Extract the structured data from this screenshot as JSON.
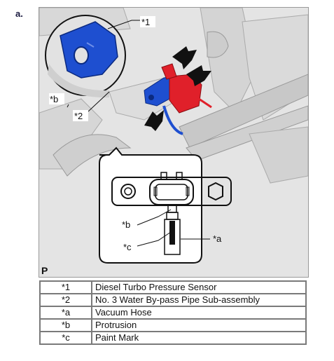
{
  "step": "a.",
  "figure": {
    "callouts": {
      "c1": "*1",
      "c2": "*2",
      "cb": "*b",
      "ca": "*a",
      "cb_detail": "*b",
      "cc": "*c"
    },
    "corner_letter": "P",
    "colors": {
      "sensor_blue": "#1e4fd0",
      "connector_red": "#e0202a",
      "arrow_black": "#111111"
    }
  },
  "legend": [
    {
      "key": "*1",
      "text": "Diesel Turbo Pressure Sensor"
    },
    {
      "key": "*2",
      "text": "No. 3 Water By-pass Pipe Sub-assembly"
    },
    {
      "key": "*a",
      "text": "Vacuum Hose"
    },
    {
      "key": "*b",
      "text": "Protrusion"
    },
    {
      "key": "*c",
      "text": "Paint Mark"
    }
  ]
}
